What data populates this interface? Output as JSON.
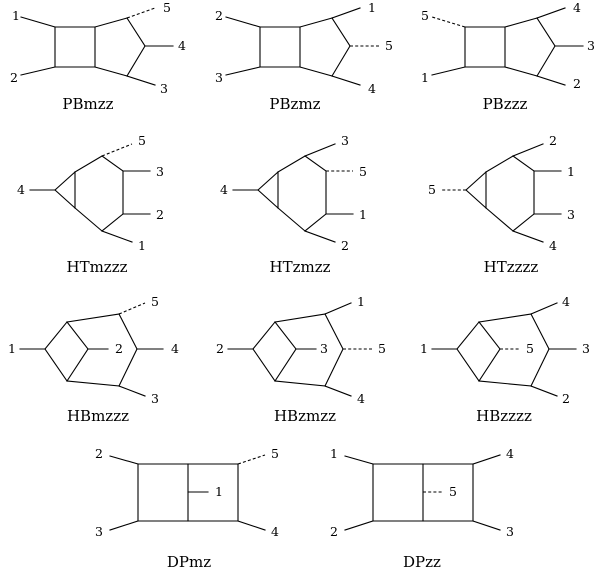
{
  "diagrams": [
    {
      "name": "PBmzz",
      "legs": [
        "1",
        "2",
        "3",
        "4",
        "5"
      ]
    },
    {
      "name": "PBzmz",
      "legs": [
        "1",
        "2",
        "3",
        "4",
        "5"
      ]
    },
    {
      "name": "PBzzz",
      "legs": [
        "1",
        "2",
        "3",
        "4",
        "5"
      ]
    },
    {
      "name": "HTmzzz",
      "legs": [
        "1",
        "2",
        "3",
        "4",
        "5"
      ]
    },
    {
      "name": "HTzmzz",
      "legs": [
        "1",
        "2",
        "3",
        "4",
        "5"
      ]
    },
    {
      "name": "HTzzzz",
      "legs": [
        "1",
        "2",
        "3",
        "4",
        "5"
      ]
    },
    {
      "name": "HBmzzz",
      "legs": [
        "1",
        "2",
        "3",
        "4",
        "5"
      ]
    },
    {
      "name": "HBzmzz",
      "legs": [
        "1",
        "2",
        "3",
        "4",
        "5"
      ]
    },
    {
      "name": "HBzzzz",
      "legs": [
        "1",
        "2",
        "3",
        "4",
        "5"
      ]
    },
    {
      "name": "DPmz",
      "legs": [
        "1",
        "2",
        "3",
        "4",
        "5"
      ]
    },
    {
      "name": "DPzz",
      "legs": [
        "1",
        "2",
        "3",
        "4",
        "5"
      ]
    }
  ]
}
